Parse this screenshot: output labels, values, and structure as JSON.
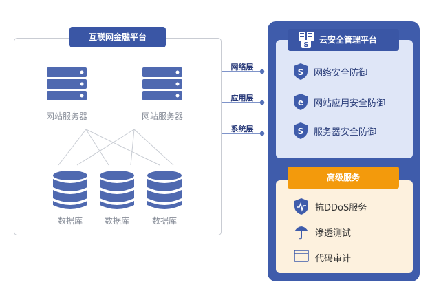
{
  "left_panel": {
    "title": "互联网金融平台",
    "servers": [
      {
        "label": "网站服务器"
      },
      {
        "label": "网站服务器"
      }
    ],
    "databases": [
      {
        "label": "数据库"
      },
      {
        "label": "数据库"
      },
      {
        "label": "数据库"
      }
    ]
  },
  "links": [
    {
      "label": "网络层"
    },
    {
      "label": "应用层"
    },
    {
      "label": "系统层"
    }
  ],
  "cloud_platform": {
    "title": "云安全管理平台",
    "features": [
      {
        "label": "网络安全防御",
        "icon": "shield-s-icon"
      },
      {
        "label": "网站应用安全防御",
        "icon": "shield-e-icon"
      },
      {
        "label": "服务器安全防御",
        "icon": "shield-s-icon"
      }
    ]
  },
  "advanced_services": {
    "title": "高级服务",
    "items": [
      {
        "label": "抗DDoS服务",
        "icon": "shield-pulse-icon"
      },
      {
        "label": "渗透测试",
        "icon": "umbrella-icon"
      },
      {
        "label": "代码审计",
        "icon": "browser-window-icon"
      }
    ]
  },
  "colors": {
    "primary": "#3f5cab",
    "accent": "#f39a0c",
    "panel_light": "#dfe6f7",
    "panel_warm": "#fdf1de"
  }
}
